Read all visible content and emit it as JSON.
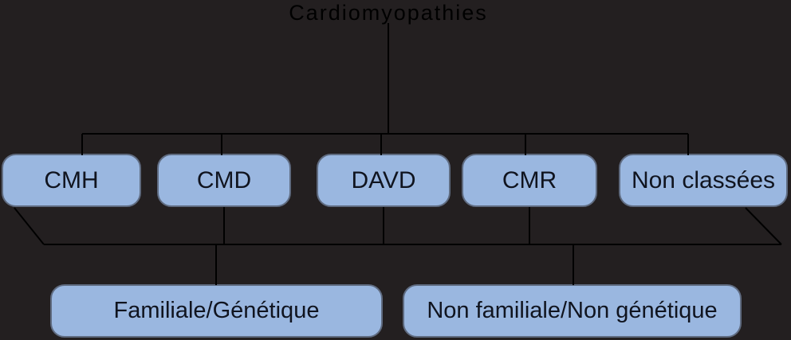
{
  "figure": {
    "title": "Cardiomyopathies",
    "top_row": [
      {
        "label": "CMH"
      },
      {
        "label": "CMD"
      },
      {
        "label": "DAVD"
      },
      {
        "label": "CMR"
      },
      {
        "label": "Non classées"
      }
    ],
    "bottom_row": [
      {
        "label": "Familiale/Génétique"
      },
      {
        "label": "Non familiale/Non génétique"
      }
    ],
    "colors": {
      "background": "#231f20",
      "box_fill": "#9ab7e0",
      "box_border": "#5f6b80",
      "box_text": "#10141f",
      "line": "#000000",
      "title_text": "#000000"
    }
  }
}
